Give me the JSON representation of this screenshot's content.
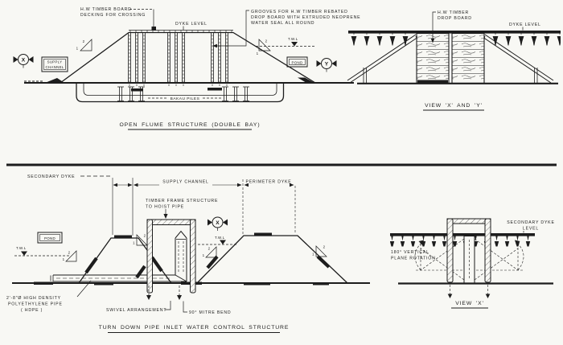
{
  "colors": {
    "ink": "#1d1d1d",
    "paper": "#f8f8f4"
  },
  "flume_section": {
    "caption": "OPEN FLUME STRUCTURE (DOUBLE BAY)",
    "notes": {
      "decking": [
        "H.W TIMBER BOARD",
        "DECKING FOR CROSSING"
      ],
      "grooves": [
        "GROOVES FOR H.W TIMBER REBATED",
        "DROP BOARD WITH EXTRUDED NEOPRENE",
        "WATER SEAL ALL ROUND"
      ]
    },
    "labels": {
      "dyke_level": "DYKE LEVEL",
      "supply_channel": [
        "SUPPLY",
        "CHANNEL"
      ],
      "pond": "POND",
      "twl": "T.W.L",
      "bakau_piles": "BAKAU PILES",
      "view_marker_x": "X",
      "view_marker_y": "Y"
    },
    "slope_ratio": {
      "rise": "2",
      "run": "1"
    }
  },
  "view_xy": {
    "caption": "VIEW 'X' AND 'Y'",
    "notes": {
      "drop_board": [
        "H.W TIMBER",
        "DROP BOARD"
      ]
    },
    "labels": {
      "dyke_level": "DYKE LEVEL"
    }
  },
  "turndown_section": {
    "caption": "TURN DOWN PIPE INLET WATER CONTROL STRUCTURE",
    "notes": {
      "frame": [
        "TIMBER FRAME STRUCTURE",
        "TO HOIST PIPE"
      ],
      "pipe": [
        "2'-8\"Ø HIGH DENSITY",
        "POLYETHYLENE PIPE",
        "( HDPE )"
      ],
      "swivel": "SWIVEL ARRANGEMENT",
      "mitre": "90° MITRE BEND"
    },
    "labels": {
      "secondary_dyke": "SECONDARY DYKE",
      "supply_channel": "SUPPLY CHANNEL",
      "perimeter_dyke": "PERIMETER DYKE",
      "pond": "POND",
      "twl_left": "T.W.L",
      "twl_right": "T.W.L",
      "view_marker_x": "X"
    },
    "slope_ratio": {
      "rise": "2",
      "run": "1"
    }
  },
  "view_x": {
    "caption": "VIEW 'X'",
    "notes": {
      "dyke_level": [
        "SECONDARY DYKE",
        "LEVEL"
      ],
      "rotation": [
        "180° VERTICAL",
        "PLANE ROTATION"
      ]
    }
  }
}
